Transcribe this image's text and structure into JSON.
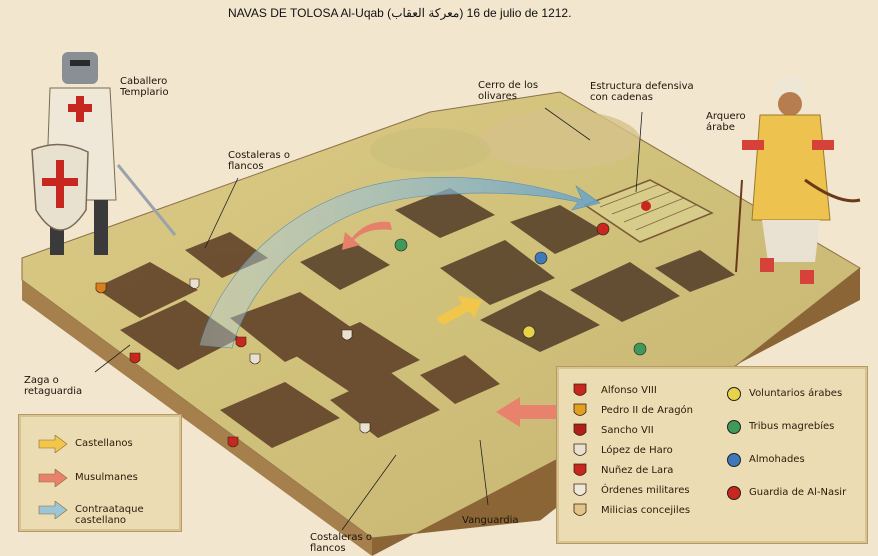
{
  "title": "NAVAS DE TOLOSA Al-Uqab (معركة العقاب) 16 de julio de 1212.",
  "labels": {
    "caballero": "Caballero\nTemplario",
    "costaleras_top": "Costaleras o\nflancos",
    "cerro": "Cerro de los\nolivares",
    "estructura": "Estructura defensiva\ncon cadenas",
    "arquero": "Arquero\nárabe",
    "zaga": "Zaga o\nretaguardia",
    "costaleras_bottom": "Costaleras o\nflancos",
    "vanguardia": "Vanguardia"
  },
  "legend_left": [
    {
      "label": "Castellanos",
      "color": "#f2c64a"
    },
    {
      "label": "Musulmanes",
      "color": "#e8826c"
    },
    {
      "label": "Contraataque\ncastellano",
      "color": "#9dc5d8"
    }
  ],
  "legend_right_col1": [
    {
      "label": "Alfonso VIII",
      "icon": "castile-shield-icon"
    },
    {
      "label": "Pedro II de Aragón",
      "icon": "aragon-shield-icon"
    },
    {
      "label": "Sancho VII",
      "icon": "navarre-shield-icon"
    },
    {
      "label": "López de Haro",
      "icon": "haro-shield-icon"
    },
    {
      "label": "Nuñez de Lara",
      "icon": "lara-shield-icon"
    },
    {
      "label": "Órdenes militares",
      "icon": "cross-shield-icon"
    },
    {
      "label": "Milicias concejiles",
      "icon": "militia-shield-icon"
    }
  ],
  "legend_right_col2": [
    {
      "label": "Voluntarios árabes",
      "icon": "yellow-crescent-icon",
      "color": "#e7d24a"
    },
    {
      "label": "Tribus magrebíes",
      "icon": "green-crescent-icon",
      "color": "#3f9a5a"
    },
    {
      "label": "Almohades",
      "icon": "blue-crescent-icon",
      "color": "#3f78b8"
    },
    {
      "label": "Guardia de Al-Nasir",
      "icon": "red-crescent-icon",
      "color": "#c8271f"
    }
  ]
}
